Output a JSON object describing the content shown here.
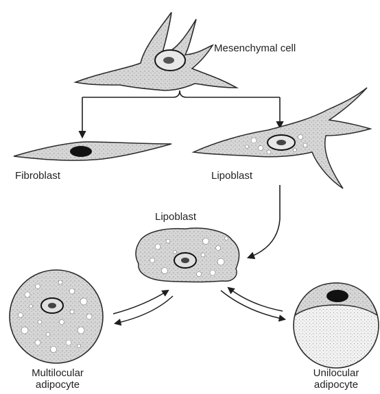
{
  "labels": {
    "mesenchymal": "Mesenchymal cell",
    "fibroblast": "Fibroblast",
    "lipoblast_top": "Lipoblast",
    "lipoblast_mid": "Lipoblast",
    "multilocular_line1": "Multilocular",
    "multilocular_line2": "adipocyte",
    "unilocular_line1": "Unilocular",
    "unilocular_line2": "adipocyte"
  },
  "colors": {
    "cell_fill": "#dcdcdc",
    "outline": "#2a2a2a",
    "nucleus": "#1a1a1a",
    "vacuole": "#ffffff"
  }
}
